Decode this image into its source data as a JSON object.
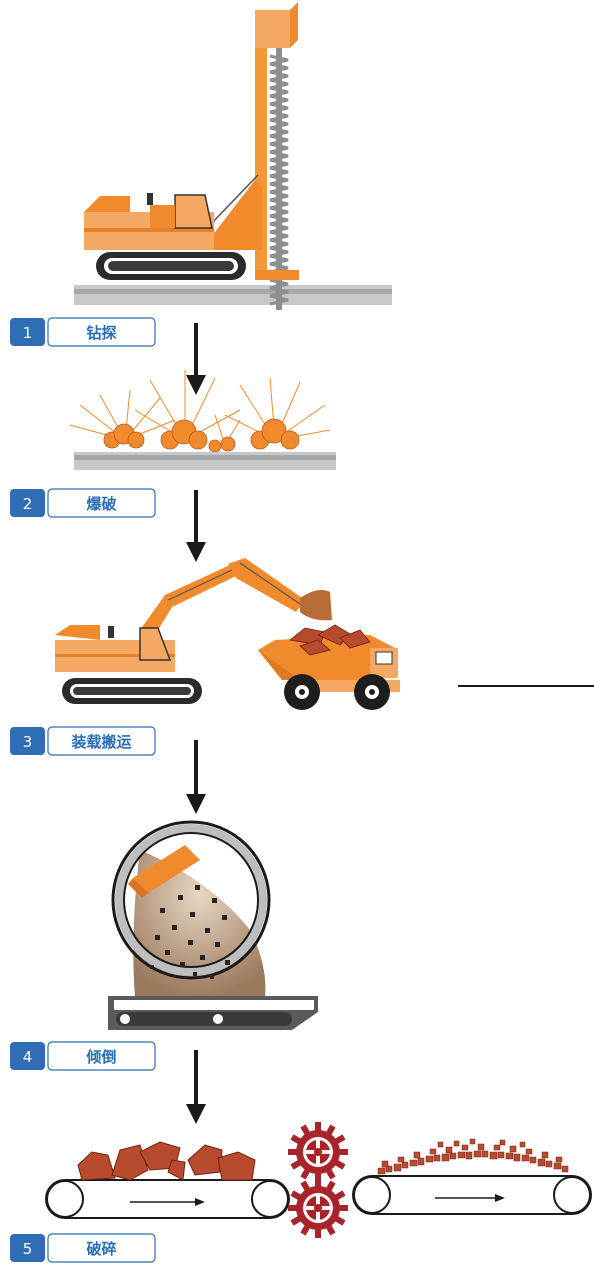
{
  "steps": [
    {
      "number": "1",
      "label": "钻探"
    },
    {
      "number": "2",
      "label": "爆破"
    },
    {
      "number": "3",
      "label": "装载搬运"
    },
    {
      "number": "4",
      "label": "倾倒"
    },
    {
      "number": "5",
      "label": "破碎"
    }
  ],
  "colors": {
    "badge_blue": "#2f6db5",
    "label_blue": "#2a6fb3",
    "machine_orange": "#f08a2c",
    "light_orange": "#f5a864",
    "rock_red": "#b84a2e",
    "gear_red": "#a8232a",
    "ground_gray": "#a9aaad"
  }
}
